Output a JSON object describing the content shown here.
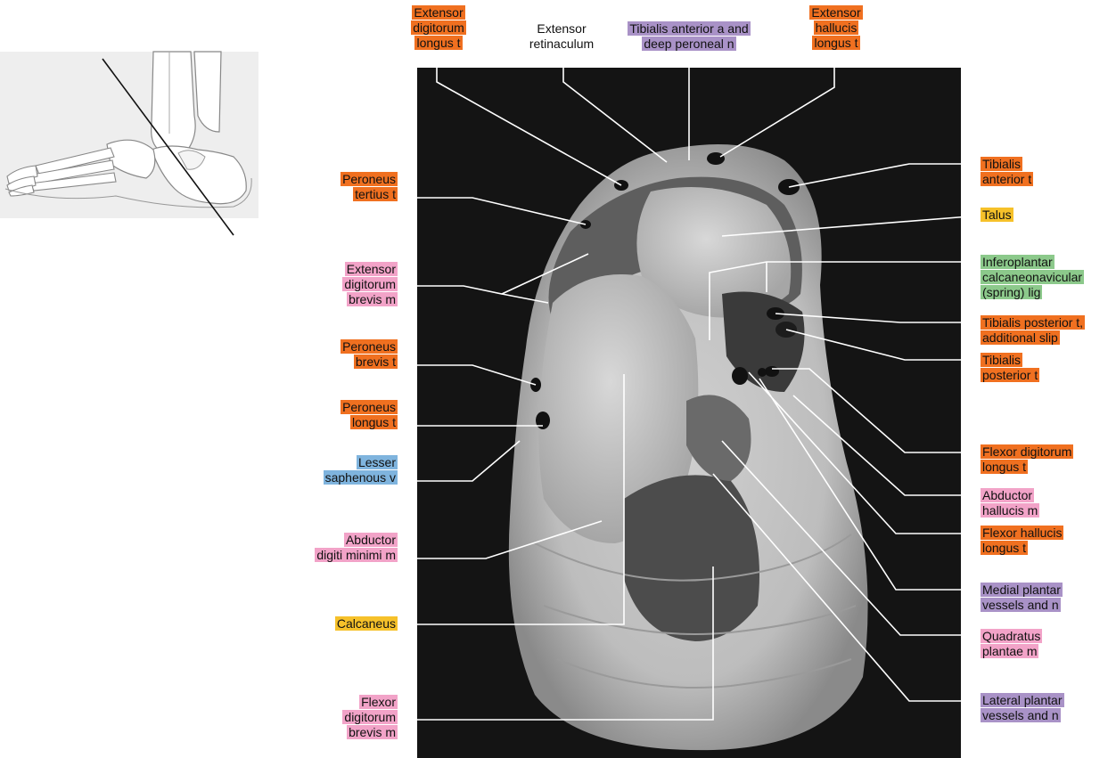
{
  "figure": {
    "labels": {
      "edl_tendon": "Extensor\ndigitorum\nlongus t",
      "extensor_retinaculum": "Extensor\nretinaculum",
      "tib_ant_artery_nerve": "Tibialis anterior a and\ndeep peroneal n",
      "ehl_tendon": "Extensor\nhallucis\nlongus t",
      "peroneus_tertius": "Peroneus\ntertius t",
      "edb_muscle": "Extensor\ndigitorum\nbrevis m",
      "peroneus_brevis": "Peroneus\nbrevis t",
      "peroneus_longus": "Peroneus\nlongus t",
      "lesser_saphenous": "Lesser\nsaphenous v",
      "abductor_digiti_minimi": "Abductor\ndigiti minimi m",
      "calcaneus": "Calcaneus",
      "fdb_muscle": "Flexor\ndigitorum\nbrevis m",
      "tibialis_anterior": "Tibialis\nanterior t",
      "talus": "Talus",
      "spring_ligament": "Inferoplantar\ncalcaneonavicular\n(spring) lig",
      "tp_additional_slip": "Tibialis posterior t,\nadditional slip",
      "tibialis_posterior": "Tibialis\nposterior t",
      "fdl_tendon": "Flexor digitorum\nlongus t",
      "abductor_hallucis": "Abductor\nhallucis m",
      "fhl_tendon": "Flexor hallucis\nlongus t",
      "medial_plantar": "Medial plantar\nvessels and n",
      "quadratus_plantae": "Quadratus\nplantae m",
      "lateral_plantar": "Lateral plantar\nvessels and n"
    },
    "colors": {
      "tendon": "#f07020",
      "muscle": "#f2a3c8",
      "bone": "#f6c12a",
      "ligament": "#8cc98b",
      "vessels_nerves": "#a992c7",
      "vein": "#7fb4de",
      "leader_line": "#ffffff",
      "mri_background": "#141414"
    },
    "icons": {
      "inset": "foot-skeleton-lateral-view-with-section-line"
    }
  }
}
